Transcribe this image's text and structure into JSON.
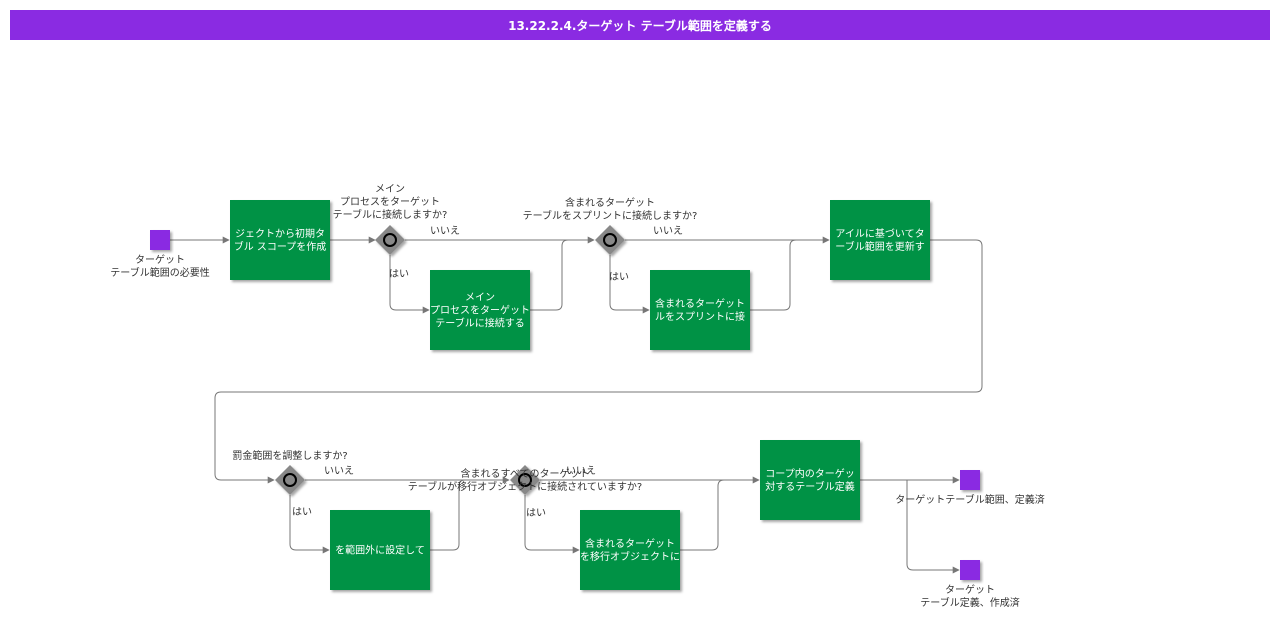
{
  "title": "13.22.2.4.ターゲット テーブル範囲を定義する",
  "colors": {
    "event": "#8a2be2",
    "task": "#009245",
    "gateway": "#888888",
    "edge": "#777777",
    "title_bar": "#8a2be2"
  },
  "events": {
    "start": "ターゲット\nテーブル範囲の必要性",
    "end_defined": "ターゲットテーブル範囲、定義済",
    "end_created": "ターゲット\nテーブル定義、作成済"
  },
  "tasks": {
    "create_initial_scope": "ジェクトから初期タ\nブル スコープを作成",
    "connect_main_process": "メイン\nプロセスをターゲット\nテーブルに接続する",
    "connect_sprint": "含まれるターゲット\nルをスプリントに接",
    "update_table_scope": "アイルに基づいてタ\nーブル範囲を更新す",
    "set_out_of_scope": "を範囲外に設定して",
    "connect_migration_object": "含まれるターゲット\nを移行オブジェクトに",
    "define_scope_tables": "コープ内のターゲッ\n対するテーブル定義"
  },
  "gateways": {
    "main_process_question": "メイン\nプロセスをターゲット\nテーブルに接続しますか?",
    "sprint_question": "含まれるターゲット\nテーブルをスプリントに接続しますか?",
    "penalty_question": "罰金範囲を調整しますか?",
    "migration_question": "含まれるすべてのターゲット\nテーブルが移行オブジェクトに接続されていますか?"
  },
  "flow_labels": {
    "no1": "いいえ",
    "yes1": "はい",
    "no2": "いいえ",
    "yes2": "はい",
    "no3": "いいえ",
    "yes3": "はい",
    "no4": "いいえ",
    "yes4": "はい"
  }
}
